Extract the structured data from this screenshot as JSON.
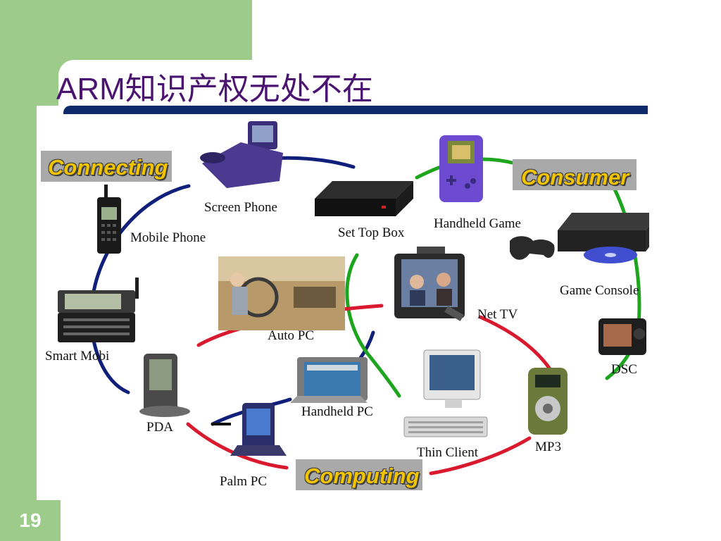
{
  "slide": {
    "title": "ARM知识产权无处不在",
    "number": "19"
  },
  "categories": {
    "connecting": "Connecting",
    "consumer": "Consumer",
    "computing": "Computing"
  },
  "devices": {
    "screen_phone": "Screen Phone",
    "set_top_box": "Set Top Box",
    "handheld_game": "Handheld Game",
    "mobile_phone": "Mobile Phone",
    "game_console": "Game Console",
    "auto_pc": "Auto PC",
    "net_tv": "Net TV",
    "smart_mobi": "Smart Mobi",
    "dsc": "DSC",
    "handheld_pc": "Handheld PC",
    "pda": "PDA",
    "mp3": "MP3",
    "thin_client": "Thin Client",
    "palm_pc": "Palm PC"
  },
  "colors": {
    "connecting_arc": "#10207a",
    "consumer_arc": "#1ea51e",
    "computing_arc": "#d9192e",
    "accent_green": "#9ccb8a",
    "title": "#4a1470"
  }
}
